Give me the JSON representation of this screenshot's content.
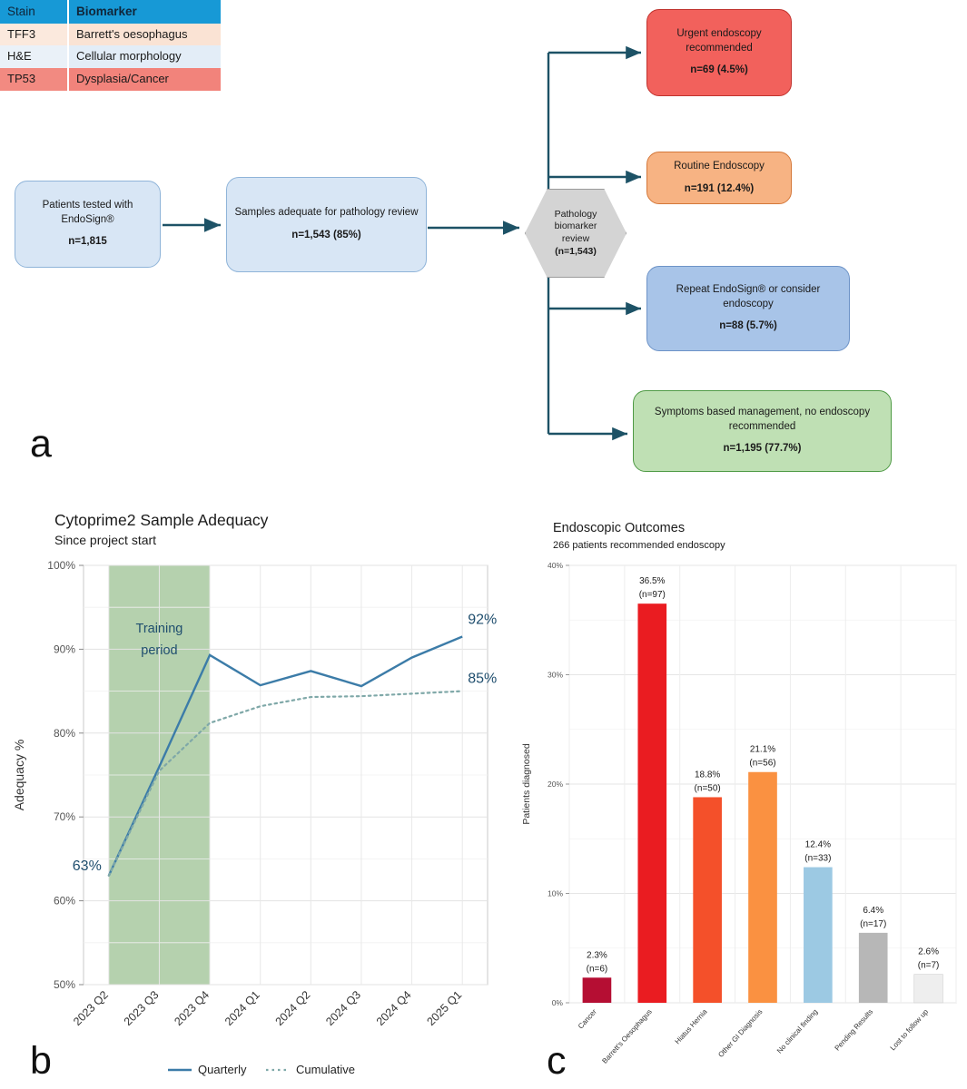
{
  "panels": {
    "a": "a",
    "b": "b",
    "c": "c"
  },
  "stain_table": {
    "headers": [
      "Stain",
      "Biomarker"
    ],
    "rows": [
      {
        "stain": "TFF3",
        "biomarker": "Barrett's oesophagus",
        "color": "#fae3d4"
      },
      {
        "stain": "H&E",
        "biomarker": "Cellular morphology",
        "color": "#e3edf7"
      },
      {
        "stain": "TP53",
        "biomarker": "Dysplasia/Cancer",
        "color": "#f2837b"
      }
    ],
    "header_color": "#1799d6"
  },
  "flow": {
    "tested": {
      "title": "Patients tested with EndoSign®",
      "n": "n=1,815",
      "color": "#d8e6f5"
    },
    "adequate": {
      "title": "Samples adequate for pathology review",
      "n": "n=1,543 (85%)",
      "color": "#d8e6f5"
    },
    "review": {
      "line1": "Pathology",
      "line2": "biomarker",
      "line3": "review",
      "n": "(n=1,543)",
      "color": "#d4d4d4"
    },
    "urgent": {
      "title": "Urgent endoscopy recommended",
      "n": "n=69 (4.5%)",
      "color": "#f2615c"
    },
    "routine": {
      "title": "Routine Endoscopy",
      "n": "n=191 (12.4%)",
      "color": "#f7b383"
    },
    "repeat": {
      "title": "Repeat EndoSign® or consider endoscopy",
      "n": "n=88 (5.7%)",
      "color": "#a8c4e8"
    },
    "symptoms": {
      "title": "Symptoms based management, no endoscopy recommended",
      "n": "n=1,195 (77.7%)",
      "color": "#bfe0b4"
    }
  },
  "chart_data": [
    {
      "type": "line",
      "title": "Cytoprime2 Sample Adequacy",
      "subtitle": "Since project start",
      "xlabel": "",
      "ylabel": "Adequacy %",
      "ylim": [
        50,
        100
      ],
      "yticks": [
        "50%",
        "60%",
        "70%",
        "80%",
        "90%",
        "100%"
      ],
      "ytickvals": [
        50,
        60,
        70,
        80,
        90,
        100
      ],
      "categories": [
        "2023 Q2",
        "2023 Q3",
        "2023 Q4",
        "2024 Q1",
        "2024 Q2",
        "2024 Q3",
        "2024 Q4",
        "2025 Q1"
      ],
      "series": [
        {
          "name": "Quarterly",
          "values": [
            63,
            76,
            89.3,
            85.7,
            87.4,
            85.6,
            89.0,
            91.5
          ],
          "color": "#3c7ca8",
          "style": "solid"
        },
        {
          "name": "Cumulative",
          "values": [
            63,
            75.5,
            81.2,
            83.2,
            84.3,
            84.4,
            84.7,
            85.0
          ],
          "color": "#7fa8a8",
          "style": "dotted"
        }
      ],
      "point_labels": [
        {
          "text": "63%",
          "series": "Quarterly",
          "index": 0
        },
        {
          "text": "92%",
          "series": "Quarterly",
          "index": 7
        },
        {
          "text": "85%",
          "series": "Cumulative",
          "index": 7
        }
      ],
      "annotation": {
        "text": "Training period",
        "line1": "Training",
        "line2": "period",
        "span": [
          "2023 Q2",
          "2023 Q4"
        ],
        "color": "#a8c9a0"
      },
      "legend": [
        "Quarterly",
        "Cumulative"
      ],
      "legend_position": "bottom",
      "grid": true
    },
    {
      "type": "bar",
      "title": "Endoscopic Outcomes",
      "subtitle": "266 patients recommended endoscopy",
      "xlabel": "",
      "ylabel": "Patients diagnosed",
      "ylim": [
        0,
        40
      ],
      "yticks": [
        "0%",
        "10%",
        "20%",
        "30%",
        "40%"
      ],
      "ytickvals": [
        0,
        10,
        20,
        30,
        40
      ],
      "categories": [
        "Cancer",
        "Barrett's Oesophagus",
        "Hiatus Hernia",
        "Other GI Diagnosis",
        "No clinical finding",
        "Pending Results",
        "Lost to follow up"
      ],
      "values": [
        2.3,
        36.5,
        18.8,
        21.1,
        12.4,
        6.4,
        2.6
      ],
      "counts": [
        6,
        97,
        50,
        56,
        33,
        17,
        7
      ],
      "labels": [
        "2.3%",
        "36.5%",
        "18.8%",
        "21.1%",
        "12.4%",
        "6.4%",
        "2.6%"
      ],
      "count_labels": [
        "(n=6)",
        "(n=97)",
        "(n=50)",
        "(n=56)",
        "(n=33)",
        "(n=17)",
        "(n=7)"
      ],
      "colors": [
        "#b50e33",
        "#ea1c21",
        "#f4502a",
        "#fa9141",
        "#9cc9e3",
        "#b7b7b7",
        "#eeeeee"
      ],
      "grid": true
    }
  ]
}
